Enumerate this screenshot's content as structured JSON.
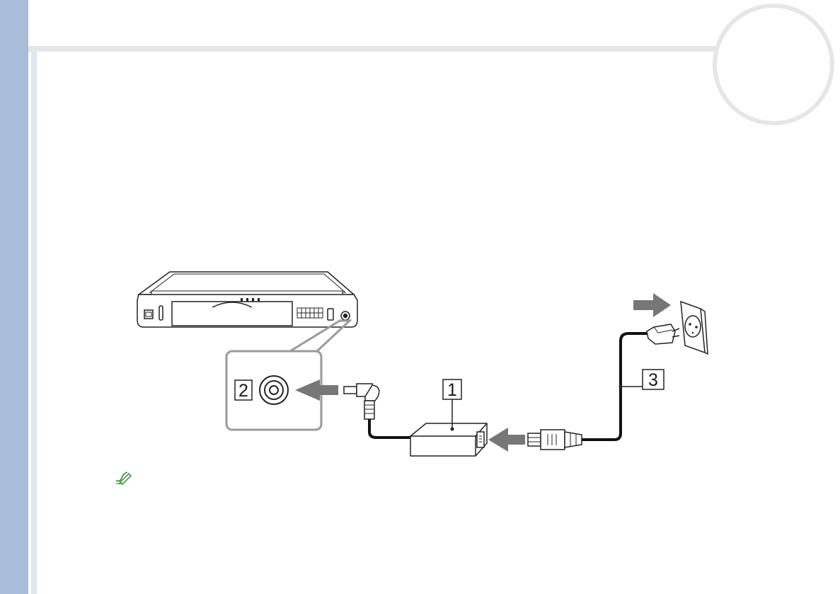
{
  "callouts": {
    "adapter": "1",
    "dc_in": "2",
    "power_cord": "3"
  },
  "colors": {
    "sidebar": "#a9bcd9",
    "frame_rule": "#e6e6e6",
    "arrow": "#777777",
    "note_icon": "#2e8b2e"
  },
  "icons": {
    "note": "pencil-note-icon"
  }
}
